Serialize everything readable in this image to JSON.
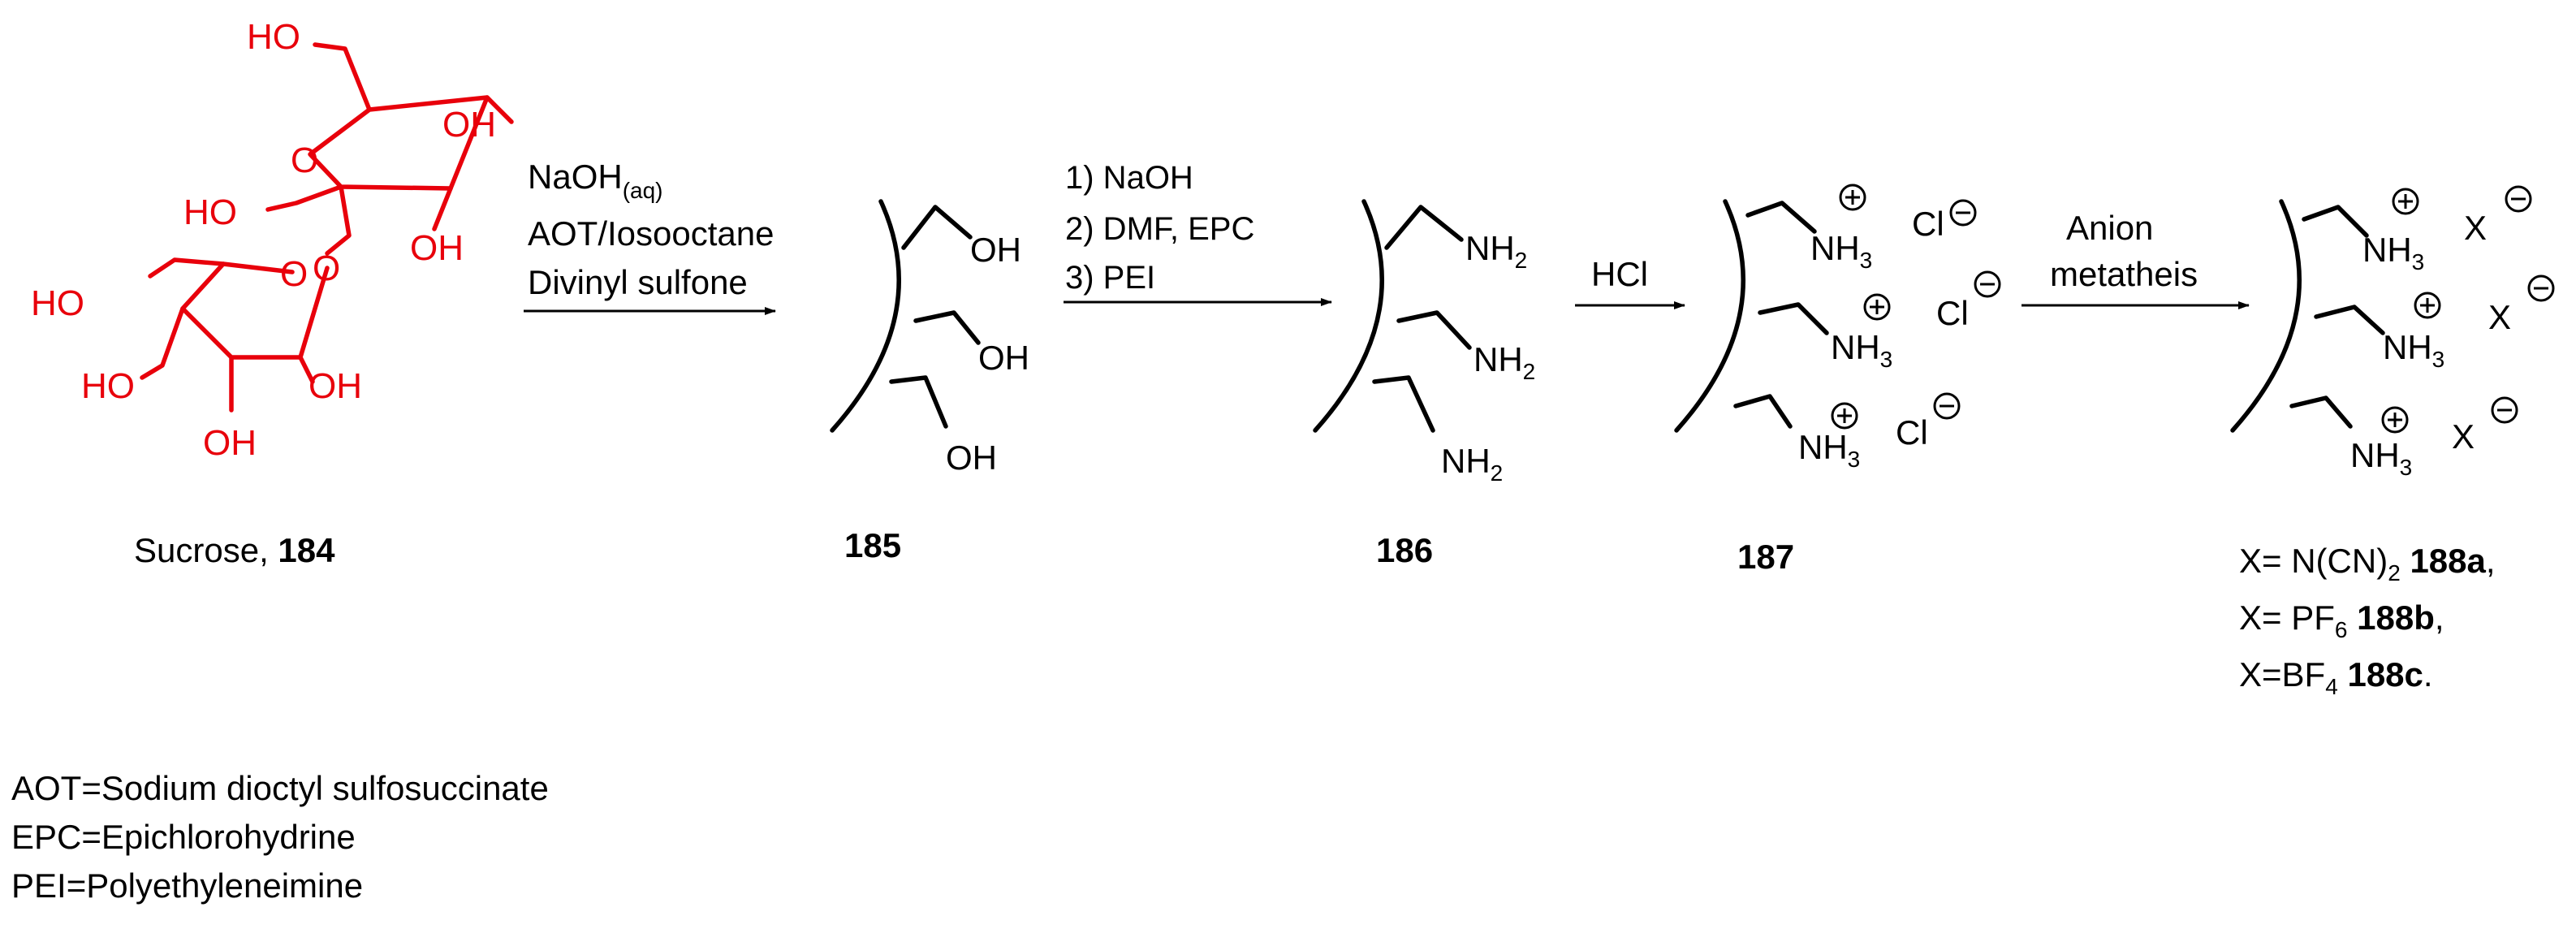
{
  "compounds": {
    "c184": {
      "name": "Sucrose, ",
      "number": "184"
    },
    "c185": {
      "number": "185"
    },
    "c186": {
      "number": "186"
    },
    "c187": {
      "number": "187"
    }
  },
  "sucrose_labels": {
    "ho_top": "HO",
    "oh_right_top": "OH",
    "ring_o_top": "O",
    "ho_mid": "HO",
    "oh_mid": "OH",
    "bridge_o": "O",
    "ho_left": "HO",
    "ring_o_bottom": "O",
    "ho_bl": "HO",
    "oh_br": "OH",
    "oh_bottom": "OH"
  },
  "step1": {
    "line1_main": "NaOH",
    "line1_sub": "(aq)",
    "line2": "AOT/Iosooctane",
    "line3": "Divinyl sulfone"
  },
  "step2": {
    "line1": "1) NaOH",
    "line2": "2) DMF,  EPC",
    "line3": "3) PEI"
  },
  "step3": {
    "label": "HCl"
  },
  "step4": {
    "line1": "Anion",
    "line2": "metatheis"
  },
  "groups": {
    "oh": "OH",
    "nh": "NH",
    "nh_sub2": "2",
    "nh_sub3": "3",
    "cl": "Cl",
    "x": "X"
  },
  "products": [
    {
      "prefix": "X= N(CN)",
      "sub": "2",
      "gap": " ",
      "bold": "188a",
      "end": ","
    },
    {
      "prefix": "X= PF",
      "sub": "6",
      "gap": " ",
      "bold": "188b",
      "end": ","
    },
    {
      "prefix": "X=BF",
      "sub": "4",
      "gap": " ",
      "bold": "188c",
      "end": "."
    }
  ],
  "legend": [
    "AOT=Sodium dioctyl sulfosuccinate",
    "EPC=Epichlorohydrine",
    "PEI=Polyethyleneimine"
  ]
}
